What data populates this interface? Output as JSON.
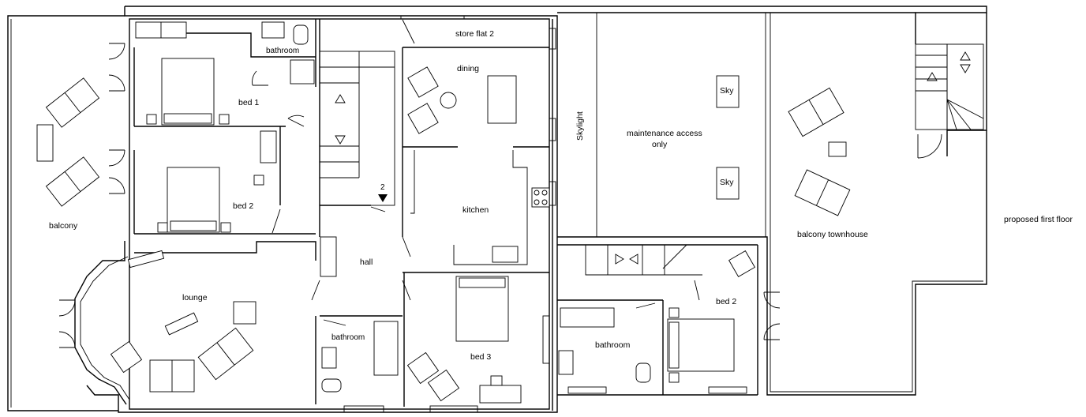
{
  "plan": {
    "caption": "proposed first floor",
    "rooms": {
      "store": "store flat 2",
      "dining": "dining",
      "bathroom_top": "bathroom",
      "bed1": "bed 1",
      "bed2_left": "bed 2",
      "balcony": "balcony",
      "lounge": "lounge",
      "hall": "hall",
      "kitchen": "kitchen",
      "bathroom_mid": "bathroom",
      "bed3": "bed 3",
      "skylight": "Skylight",
      "maintenance_line1": "maintenance access",
      "maintenance_line2": "only",
      "sky1": "Sky",
      "sky2": "Sky",
      "balcony_townhouse": "balcony townhouse",
      "bed2_right": "bed 2",
      "bathroom_right": "bathroom"
    },
    "markers": {
      "stair_mark": "2"
    }
  }
}
